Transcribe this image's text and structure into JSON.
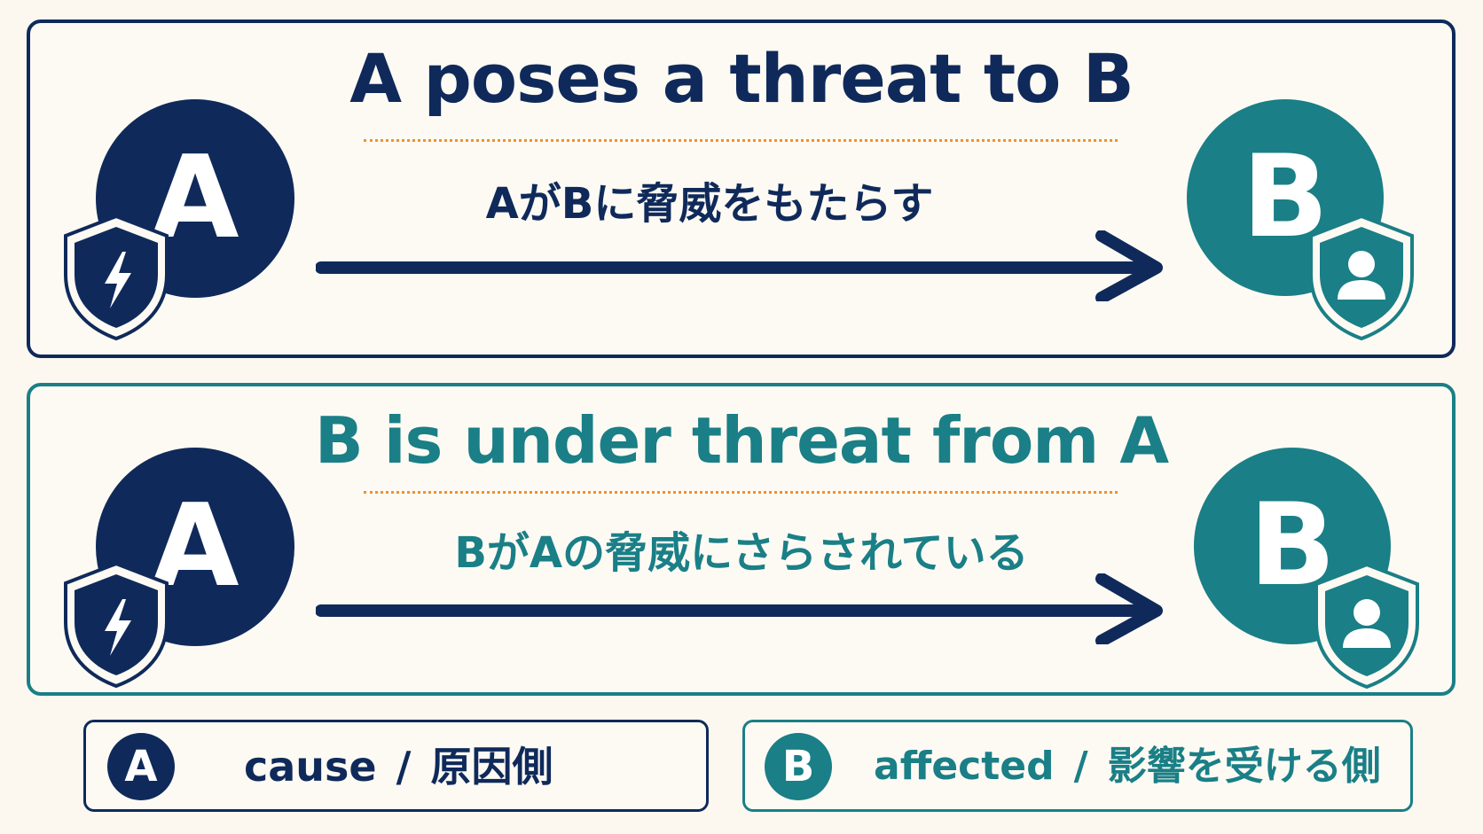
{
  "panel_1": {
    "headline": "A poses a threat to B",
    "subline": "AがBに脅威をもたらす",
    "node_a_label": "A",
    "node_b_label": "B"
  },
  "panel_2": {
    "headline": "B is under threat from A",
    "subline": "BがAの脅威にさらされている",
    "node_a_label": "A",
    "node_b_label": "B"
  },
  "legend": {
    "a": {
      "badge": "A",
      "english": "cause",
      "separator": "/",
      "japanese": "原因側"
    },
    "b": {
      "badge": "B",
      "english": "affected",
      "separator": "/",
      "japanese": "影響を受ける側"
    }
  },
  "colors": {
    "navy": "#0f2a5a",
    "teal": "#1a7f86",
    "orange_dots": "#f0912e",
    "background": "#fcf8f0"
  },
  "icons": {
    "a_shield": "shield-lightning-icon",
    "b_shield": "shield-person-icon",
    "relation": "arrow-right-icon"
  }
}
